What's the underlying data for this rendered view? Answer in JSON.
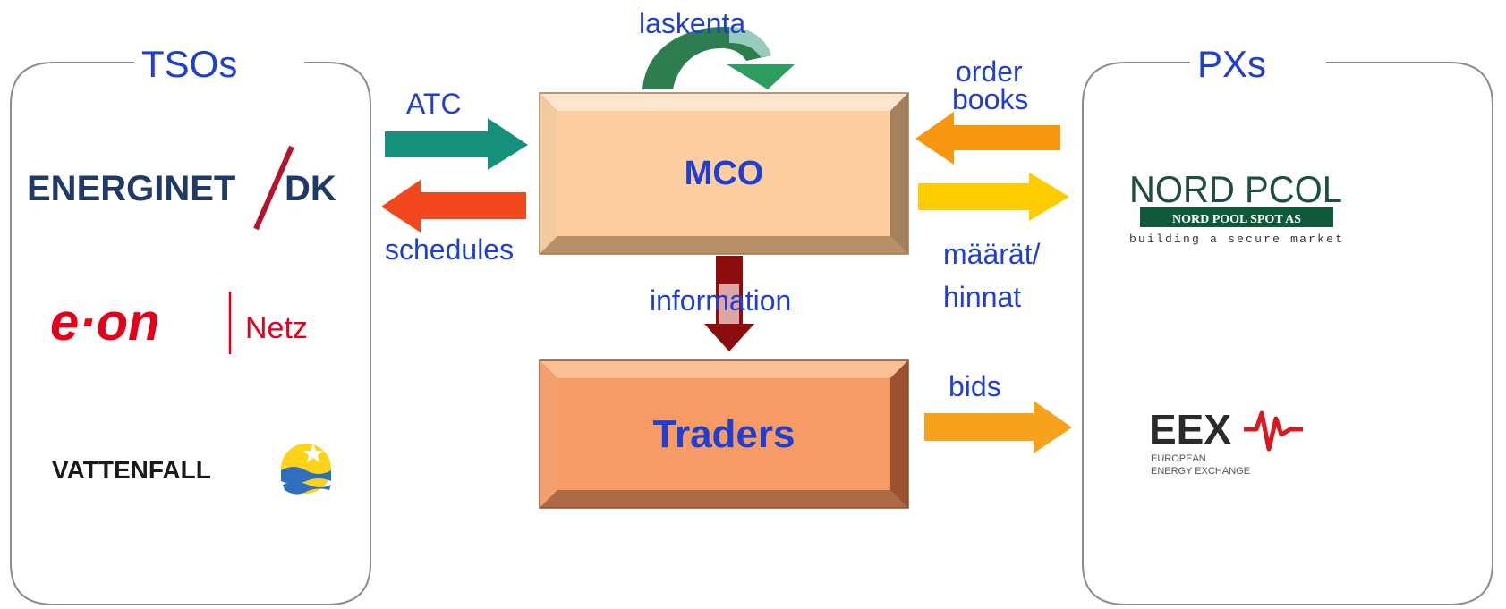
{
  "groups": {
    "tso": {
      "title": "TSOs",
      "logos": {
        "energinet": {
          "left": "ENERGINET",
          "right": "DK"
        },
        "eon": {
          "brand": "e·on",
          "suffix": "Netz"
        },
        "vattenfall": {
          "text": "VATTENFALL"
        }
      }
    },
    "px": {
      "title": "PXs",
      "logos": {
        "nordpool": {
          "title": "NORD PCOL",
          "bar": "NORD POOL SPOT AS",
          "tagline": "building a secure market"
        },
        "eex": {
          "name": "EEX",
          "line1": "EUROPEAN",
          "line2": "ENERGY EXCHANGE"
        }
      }
    }
  },
  "boxes": {
    "mco": "MCO",
    "traders": "Traders"
  },
  "labels": {
    "laskenta": "laskenta",
    "atc": "ATC",
    "schedules": "schedules",
    "order": "order",
    "books": "books",
    "maarat": "määrät/",
    "hinnat": "hinnat",
    "information": "information",
    "bids": "bids"
  },
  "colors": {
    "label_text": "#1f3fd0",
    "group_border": "#8c8c8c",
    "mco_fill": "#fdcfa0",
    "traders_fill": "#f79b66",
    "arrow_atc": "#16907a",
    "arrow_schedules": "#f2461d",
    "arrow_order_books": "#f7960f",
    "arrow_maarat": "#ffcc00",
    "arrow_bids": "#f7a21d",
    "arrow_information": "#8b0d0d",
    "arrow_laskenta": "#2e8b57"
  }
}
